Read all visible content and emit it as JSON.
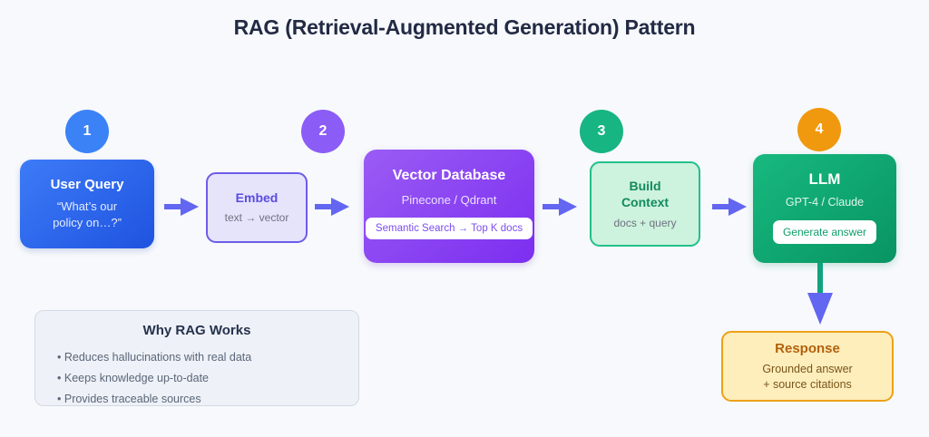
{
  "title": "RAG (Retrieval-Augmented Generation) Pattern",
  "colors": {
    "background": "#f7f9fc",
    "step1": "#3b82f6",
    "step2": "#8b5cf6",
    "step3": "#16b581",
    "step4": "#f0990f",
    "arrow": "#6366f1",
    "vertical_connector": "#10a37f"
  },
  "steps": [
    {
      "number": "1"
    },
    {
      "number": "2"
    },
    {
      "number": "3"
    },
    {
      "number": "4"
    }
  ],
  "nodes": {
    "user_query": {
      "title": "User Query",
      "sub_line1": "“What’s our",
      "sub_line2": "policy on…?”"
    },
    "embed": {
      "title": "Embed",
      "sub": "text → vector"
    },
    "vector_db": {
      "title": "Vector Database",
      "sub": "Pinecone / Qdrant",
      "pill": "Semantic Search → Top K docs"
    },
    "build_context": {
      "title_line1": "Build",
      "title_line2": "Context",
      "sub": "docs + query"
    },
    "llm": {
      "title": "LLM",
      "sub": "GPT-4 / Claude",
      "pill": "Generate answer"
    },
    "response": {
      "title": "Response",
      "sub_line1": "Grounded answer",
      "sub_line2": "+ source citations"
    }
  },
  "info_panel": {
    "title": "Why RAG Works",
    "bullets": [
      "Reduces hallucinations with real data",
      "Keeps knowledge up-to-date",
      "Provides traceable sources"
    ]
  }
}
